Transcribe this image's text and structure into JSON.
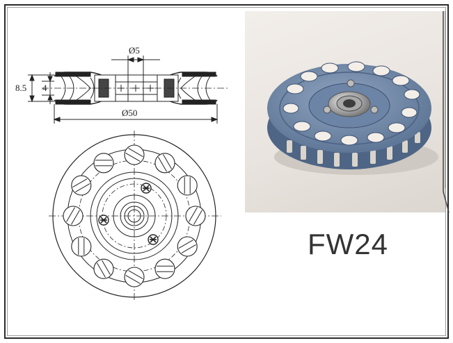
{
  "model": "FW24",
  "dimensions": {
    "bore": "Ø5",
    "outer_diameter": "Ø50",
    "total_width": "8.5",
    "inner_width": "4"
  },
  "colors": {
    "line": "#222222",
    "wheel_body": "#6f86a6",
    "wheel_dark": "#4b607e",
    "bearing": "#b9b9b9",
    "background_photo": "#ebe6e1"
  }
}
